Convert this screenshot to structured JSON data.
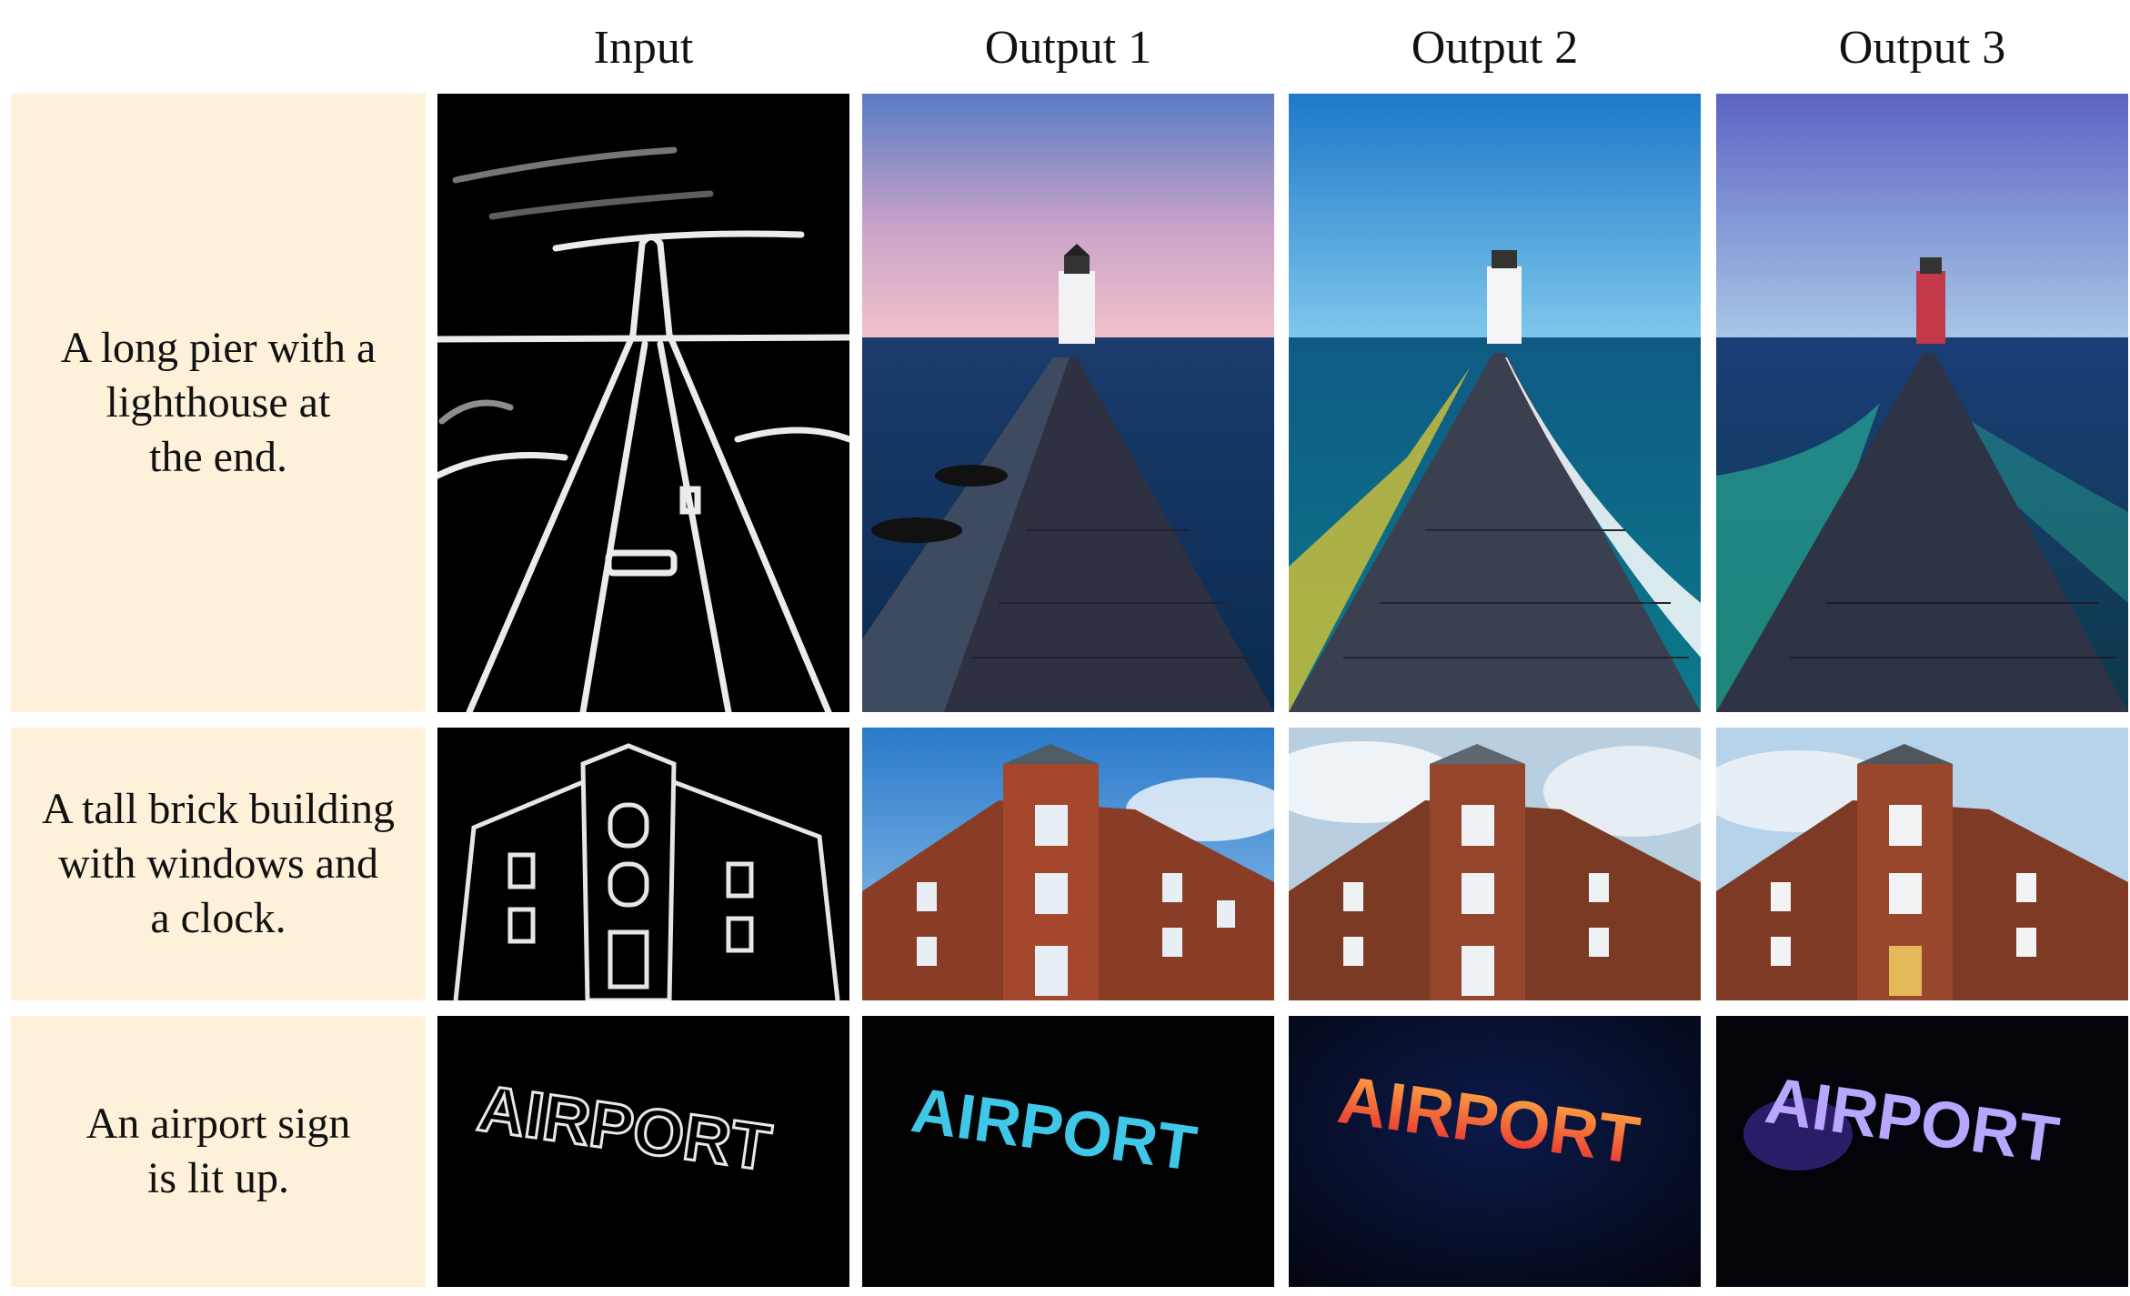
{
  "columns": {
    "input": "Input",
    "output1": "Output 1",
    "output2": "Output 2",
    "output3": "Output 3"
  },
  "rows": [
    {
      "prompt": "A long pier with a\nlighthouse at\nthe end.",
      "tiles": [
        "edge map of pier with lighthouse",
        "photo of wooden pier leading to white lighthouse at dusk",
        "photo of pier with white lighthouse under blue sky",
        "photo of pier with red lighthouse and teal water"
      ]
    },
    {
      "prompt": "A tall brick building\nwith windows and\na clock.",
      "tiles": [
        "edge map of tall building",
        "photo of red brick building against blue sky",
        "photo of brick building with cloudy sky",
        "photo of brick building with pale sky"
      ]
    },
    {
      "prompt": "An airport sign\nis lit up.",
      "tiles": [
        "edge map of AIRPORT letters",
        "photo of illuminated cyan AIRPORT sign at night",
        "photo of orange-red glowing AIRPORT sign",
        "photo of purple glowing AIRPORT sign"
      ]
    }
  ],
  "sign_text": "AIRPORT",
  "colors": {
    "prompt_bg": "#fdf1d9",
    "output1_sign": "#3fc7e8",
    "output2_sign_top": "#ffb347",
    "output2_sign_bottom": "#e8262d",
    "output3_sign": "#b8a6ff"
  }
}
